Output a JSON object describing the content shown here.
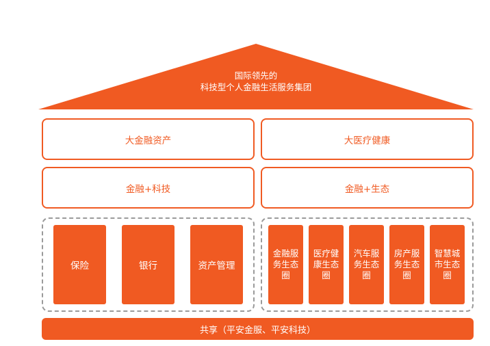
{
  "roof": {
    "line1": "国际领先的",
    "line2": "科技型个人金融生活服务集团"
  },
  "row1": {
    "left": "大金融资产",
    "right": "大医疗健康"
  },
  "row2": {
    "left": "金融+科技",
    "right": "金融+生态"
  },
  "left_group": {
    "items": [
      "保险",
      "银行",
      "资产管理"
    ]
  },
  "right_group": {
    "items": [
      "金融服务生态圈",
      "医疗健康生态圈",
      "汽车服务生态圈",
      "房产服务生态圈",
      "智慧城市生态圈"
    ]
  },
  "footer": {
    "label": "共享（平安金服、平安科技）"
  },
  "colors": {
    "accent": "#f05a22",
    "dashed_border": "#9a9a9a"
  }
}
